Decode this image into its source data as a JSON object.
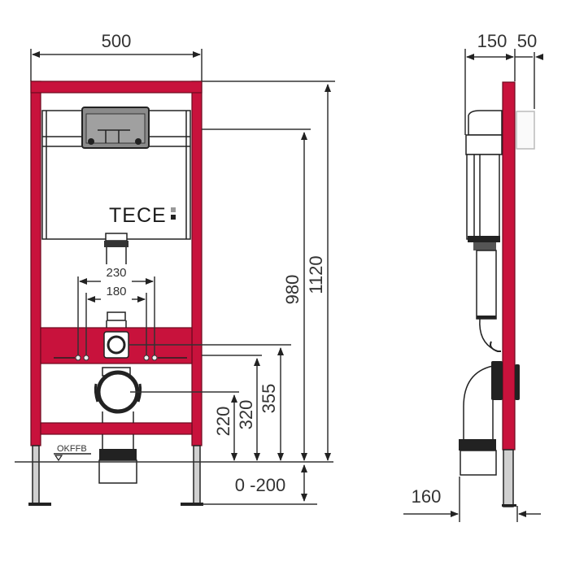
{
  "title": "TECE wall-hung WC installation frame - dimensional drawing",
  "colors": {
    "frame_red": "#c8123c",
    "line": "#333333",
    "background": "#ffffff"
  },
  "front_view": {
    "brand_logo": "TECE",
    "floor_label": "OKFFB",
    "dimensions": {
      "frame_width": "500",
      "bolt_spacing_outer": "230",
      "bolt_spacing_inner": "180",
      "height_total": "1120",
      "height_actuator": "980",
      "height_flush_inlet": "355",
      "height_bolts": "320",
      "height_drain": "220",
      "foot_adjustment": "0 -200"
    }
  },
  "side_view": {
    "dimensions": {
      "cistern_depth": "150",
      "plate_depth": "50",
      "drain_offset": "160"
    }
  }
}
